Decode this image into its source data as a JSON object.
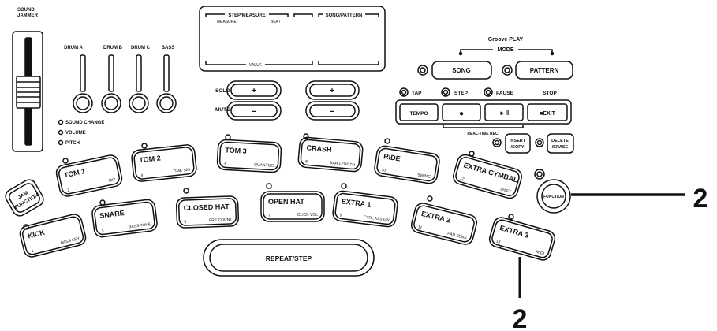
{
  "sound_jammer": {
    "label_line1": "SOUND",
    "label_line2": "JAMMER"
  },
  "instrument_sliders": [
    {
      "label": "DRUM A"
    },
    {
      "label": "DRUM B"
    },
    {
      "label": "DRUM C"
    },
    {
      "label": "BASS"
    }
  ],
  "mode_indicators": [
    "SOUND CHANGE",
    "VOLUME",
    "PITCH"
  ],
  "display": {
    "step_measure": "STEP/MEASURE",
    "measure": "MEASURE",
    "beat": "BEAT",
    "song_pattern": "SONG/PATTERN",
    "value": "VALUE"
  },
  "solo_mute": {
    "solo": "SOLO",
    "mute": "MUTE",
    "plus": "+",
    "minus": "−"
  },
  "value_buttons": {
    "plus": "+",
    "minus": "−"
  },
  "groove_play": {
    "title": "Groove PLAY",
    "mode": "MODE",
    "song": "SONG",
    "pattern": "PATTERN"
  },
  "transport": {
    "tap": "TAP",
    "step": "STEP",
    "pause": "PAUSE",
    "stop": "STOP",
    "tempo": "TEMPO",
    "record_symbol": "●",
    "play_symbol": "►II",
    "exit": "■EXIT",
    "real_time_rec": "REAL-TIME REC"
  },
  "edit_buttons": {
    "insert_line1": "INSERT",
    "insert_line2": "/COPY",
    "delete_line1": "DELETE",
    "delete_line2": "/ERASE"
  },
  "jam_function": {
    "line1": "JAM",
    "line2": "FUNCTION"
  },
  "function_button": "FUNCTION",
  "pads": [
    {
      "name": "KICK",
      "num": "1",
      "sub": "BASS KEY"
    },
    {
      "name": "TOM 1",
      "num": "2",
      "sub": "MIX"
    },
    {
      "name": "SNARE",
      "num": "3",
      "sub": "BASS TUNE"
    },
    {
      "name": "TOM 2",
      "num": "4",
      "sub": "TIME SIG"
    },
    {
      "name": "CLOSED HAT",
      "num": "5",
      "sub": "PRE COUNT"
    },
    {
      "name": "TOM 3",
      "num": "6",
      "sub": "QUANTIZE"
    },
    {
      "name": "OPEN HAT",
      "num": "7",
      "sub": "CLICK VOL"
    },
    {
      "name": "CRASH",
      "num": "8",
      "sub": "BAR LENGTH"
    },
    {
      "name": "EXTRA 1",
      "num": "9",
      "sub": "CTRL ASSIGN"
    },
    {
      "name": "RIDE",
      "num": "10",
      "sub": "SWING"
    },
    {
      "name": "EXTRA 2",
      "num": "11",
      "sub": "PAD SENS"
    },
    {
      "name": "EXTRA CYMBAL",
      "num": "12",
      "sub": "SHIFT"
    },
    {
      "name": "EXTRA 3",
      "num": "13",
      "sub": "MIDI"
    }
  ],
  "repeat_step": "REPEAT/STEP",
  "callouts": {
    "function_callout": "2",
    "extra3_callout": "2"
  }
}
